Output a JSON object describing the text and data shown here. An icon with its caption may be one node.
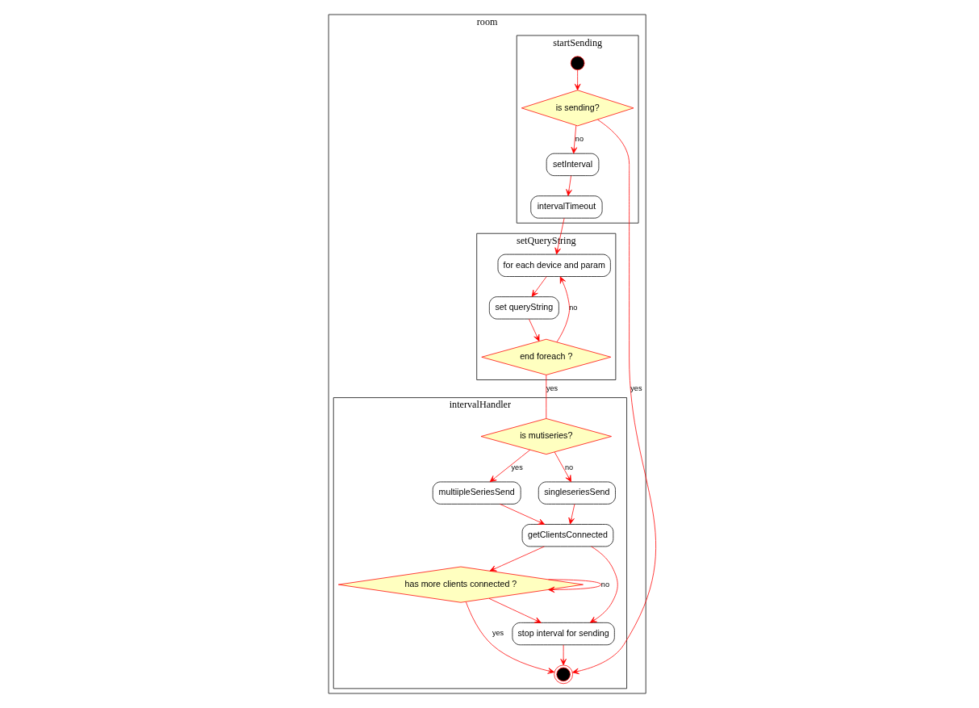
{
  "diagram": {
    "nodes": [
      {
        "text": [
          "room"
        ]
      },
      {
        "text": [
          "startSending"
        ],
        "in": 0
      },
      {
        "text": [
          "setQueryString"
        ],
        "in": 0
      },
      {
        "text": [
          "intervalHandler"
        ],
        "in": 0
      },
      {
        "text": [],
        "shape": "circle",
        "in": 1
      },
      {
        "text": [
          "is sending?"
        ],
        "in": 1
      },
      {
        "text": [
          "setInterval"
        ],
        "in": 1
      },
      {
        "text": [
          "intervalTimeout"
        ],
        "in": 1
      },
      {
        "text": [
          "for each device and param"
        ],
        "in": 2
      },
      {
        "text": [
          "set queryString"
        ],
        "in": 2
      },
      {
        "text": [
          "end foreach ?"
        ],
        "in": 2
      },
      {
        "text": [
          "is mutiseries?"
        ],
        "in": 3
      },
      {
        "text": [
          "multiipleSeriesSend"
        ],
        "in": 3
      },
      {
        "text": [
          "singleseriesSend"
        ],
        "in": 3
      },
      {
        "text": [
          "getClientsConnected"
        ],
        "in": 3
      },
      {
        "text": [
          "has more clients connected ?"
        ],
        "in": 3
      },
      {
        "text": [
          "stop interval for sending"
        ],
        "in": 3
      },
      {
        "text": [],
        "shape": "circle",
        "in": 3
      }
    ],
    "edges": [
      {
        "from": 4,
        "to": 5,
        "arrow": "to"
      },
      {
        "from": 5,
        "to": 6,
        "arrow": "to",
        "label": "no"
      },
      {
        "from": 5,
        "to": 17,
        "arrow": "to",
        "label": "yes"
      },
      {
        "from": 6,
        "to": 7,
        "arrow": "to"
      },
      {
        "from": 7,
        "to": 8,
        "arrow": "to"
      },
      {
        "from": 8,
        "to": 9,
        "arrow": "to"
      },
      {
        "from": 9,
        "to": 10,
        "arrow": "to"
      },
      {
        "from": 10,
        "to": 8,
        "arrow": "to",
        "label": "no"
      },
      {
        "from": 10,
        "to": 11,
        "arrow": "none",
        "label": "yes"
      },
      {
        "from": 11,
        "to": 12,
        "arrow": "to",
        "label": "yes"
      },
      {
        "from": 11,
        "to": 13,
        "arrow": "to",
        "label": "no"
      },
      {
        "from": 12,
        "to": 14,
        "arrow": "to"
      },
      {
        "from": 13,
        "to": 14,
        "arrow": "to"
      },
      {
        "from": 14,
        "to": 15,
        "arrow": "to"
      },
      {
        "from": 14,
        "to": 16,
        "arrow": "to"
      },
      {
        "from": 15,
        "to": 15,
        "arrow": "to",
        "label": "no"
      },
      {
        "from": 15,
        "to": 16,
        "arrow": "to"
      },
      {
        "from": 15,
        "to": 17,
        "arrow": "to",
        "label": "yes"
      },
      {
        "from": 16,
        "to": 17,
        "arrow": "to"
      }
    ]
  }
}
